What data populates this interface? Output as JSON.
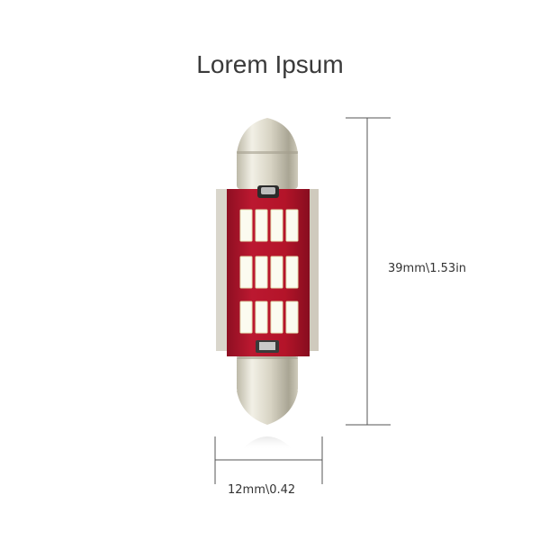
{
  "title": "Lorem Ipsum",
  "dimensions": {
    "height_label": "39mm\\1.53in",
    "width_label": "12mm\\0.42"
  },
  "colors": {
    "pcb": "#b3132a",
    "led": "#fbfbf0",
    "metal": "#d9d6c8",
    "dimension_line": "#555555",
    "title_text": "#3a3a3a"
  },
  "product": {
    "led_rows": 3,
    "led_columns": 4
  }
}
